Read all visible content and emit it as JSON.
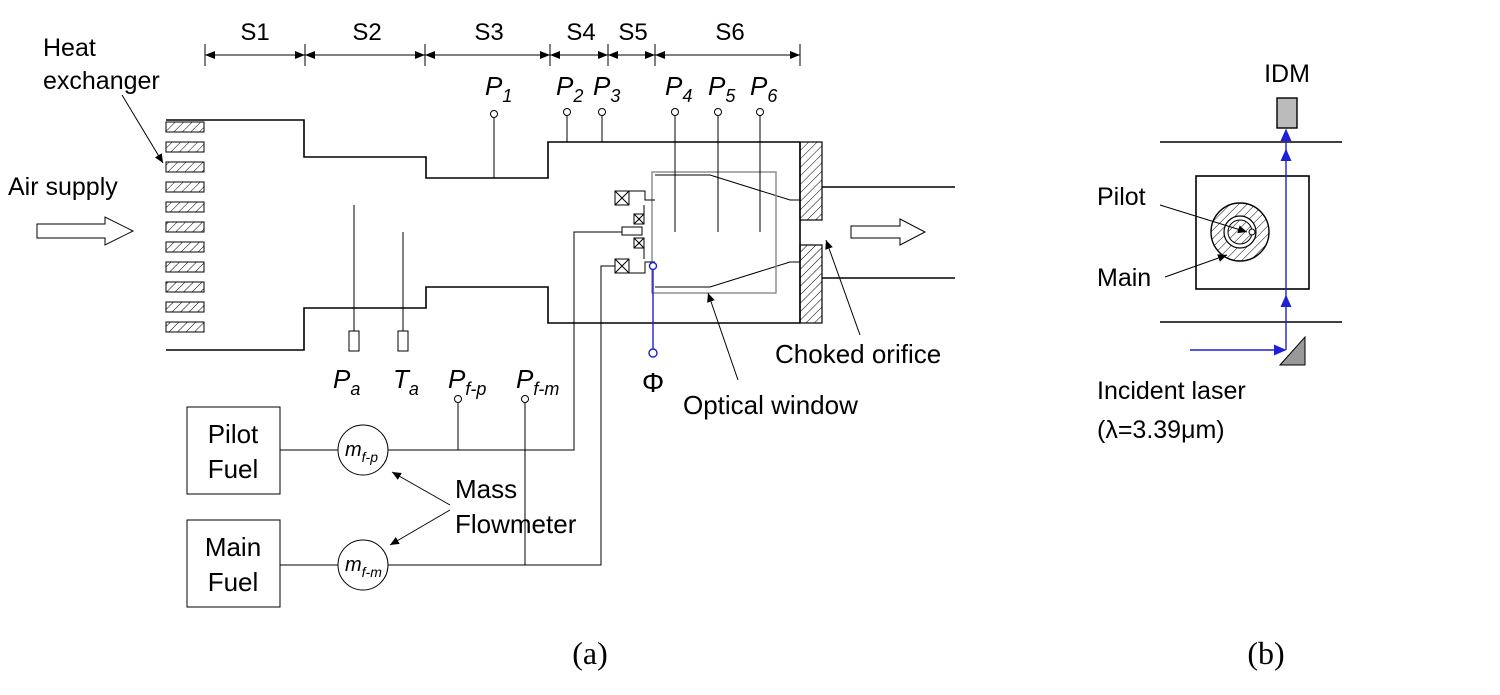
{
  "sections": [
    "S1",
    "S2",
    "S3",
    "S4",
    "S5",
    "S6"
  ],
  "labels": {
    "heat_exchanger_1": "Heat",
    "heat_exchanger_2": "exchanger",
    "air_supply": "Air supply",
    "choked_orifice": "Choked orifice",
    "optical_window": "Optical window",
    "mass_flowmeter_1": "Mass",
    "mass_flowmeter_2": "Flowmeter",
    "pilot_fuel_1": "Pilot",
    "pilot_fuel_2": "Fuel",
    "main_fuel_1": "Main",
    "main_fuel_2": "Fuel",
    "phi": "Φ"
  },
  "sensors": {
    "p1": {
      "main": "P",
      "sub": "1"
    },
    "p2": {
      "main": "P",
      "sub": "2"
    },
    "p3": {
      "main": "P",
      "sub": "3"
    },
    "p4": {
      "main": "P",
      "sub": "4"
    },
    "p5": {
      "main": "P",
      "sub": "5"
    },
    "p6": {
      "main": "P",
      "sub": "6"
    },
    "pa": {
      "main": "P",
      "sub": "a"
    },
    "ta": {
      "main": "T",
      "sub": "a"
    },
    "pfp": {
      "main": "P",
      "sub": "f-p"
    },
    "pfm": {
      "main": "P",
      "sub": "f-m"
    },
    "mfp": {
      "main": "m",
      "sub": "f-p"
    },
    "mfm": {
      "main": "m",
      "sub": "f-m"
    }
  },
  "panel_b": {
    "idm": "IDM",
    "pilot": "Pilot",
    "main": "Main",
    "incident_laser": "Incident laser",
    "wavelength": "(λ=3.39μm)"
  },
  "captions": {
    "a": "(a)",
    "b": "(b)"
  },
  "colors": {
    "laser": "#1f1fd6",
    "window": "#888888",
    "idm_fill": "#bbbbbb",
    "mirror_fill": "#999999"
  }
}
